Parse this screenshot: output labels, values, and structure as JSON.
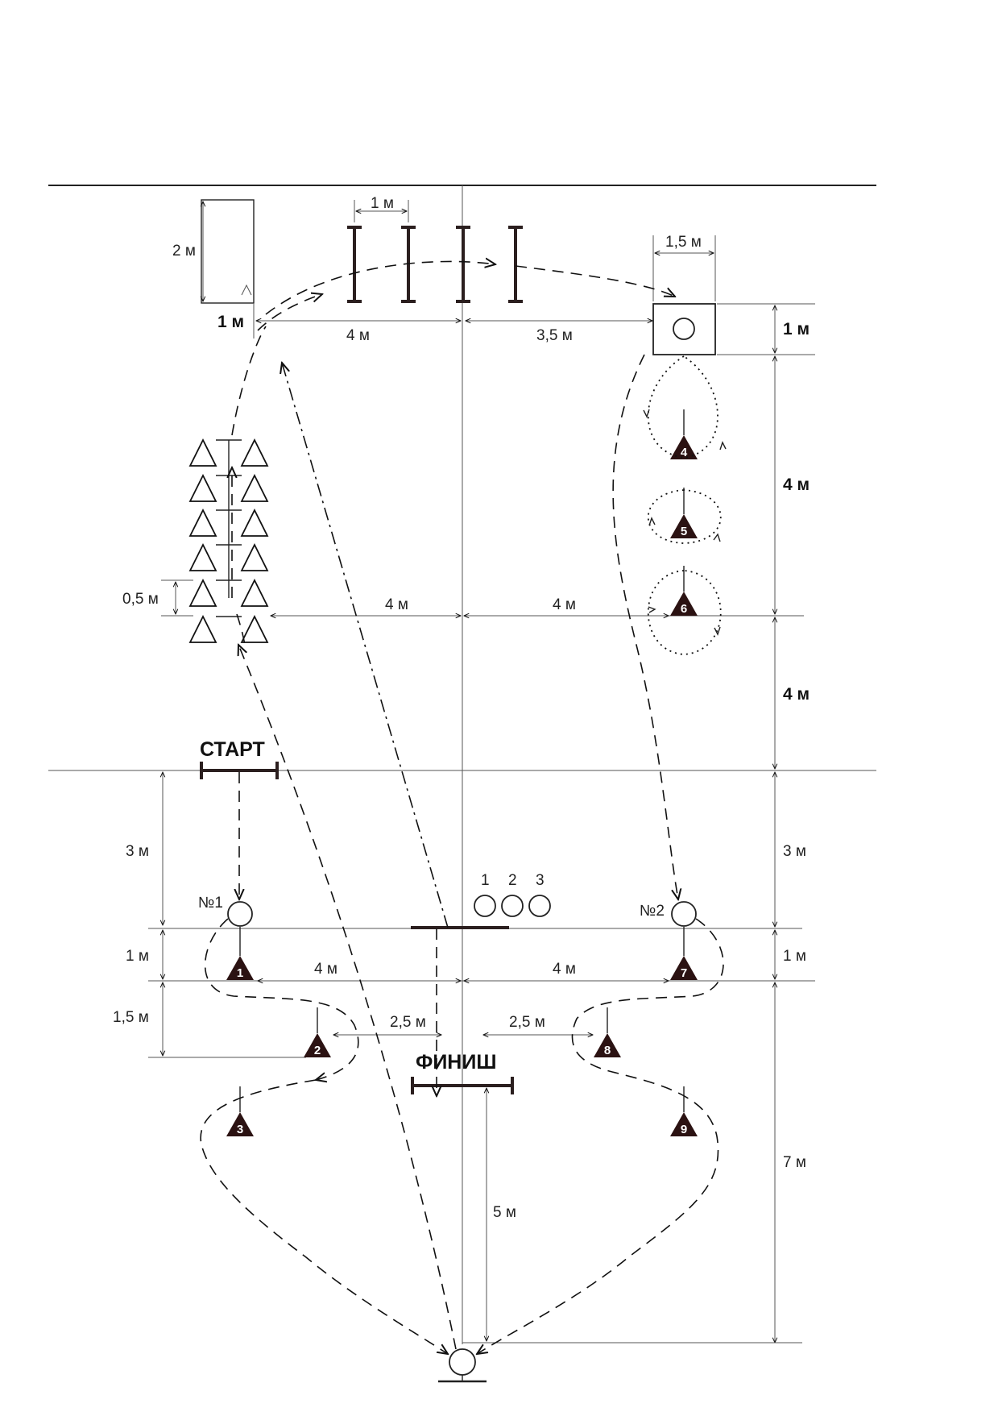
{
  "labels": {
    "start": "СТАРТ",
    "finish": "ФИНИШ",
    "post1": "№1",
    "post2": "№2",
    "balls": [
      "1",
      "2",
      "3"
    ]
  },
  "cones": [
    "1",
    "2",
    "3",
    "4",
    "5",
    "6",
    "7",
    "8",
    "9"
  ],
  "dims": {
    "hurdle_gap": "1 м",
    "box_height": "2 м",
    "box_width": "1 м",
    "top_4m": "4 м",
    "top_3_5m": "3,5 м",
    "square_width": "1,5 м",
    "square_height": "1 м",
    "right_4m_upper": "4 м",
    "right_4m_lower": "4 м",
    "right_3m": "3 м",
    "right_1m": "1 м",
    "right_7m": "7 м",
    "left_0_5m": "0,5 м",
    "mid_4m_left": "4 м",
    "mid_4m_right": "4 м",
    "left_3m": "3 м",
    "left_1m": "1 м",
    "left_1_5m": "1,5 м",
    "low_4m_left": "4 м",
    "low_4m_right": "4 м",
    "low_2_5m_left": "2,5 м",
    "low_2_5m_right": "2,5 м",
    "finish_5m": "5 м"
  }
}
